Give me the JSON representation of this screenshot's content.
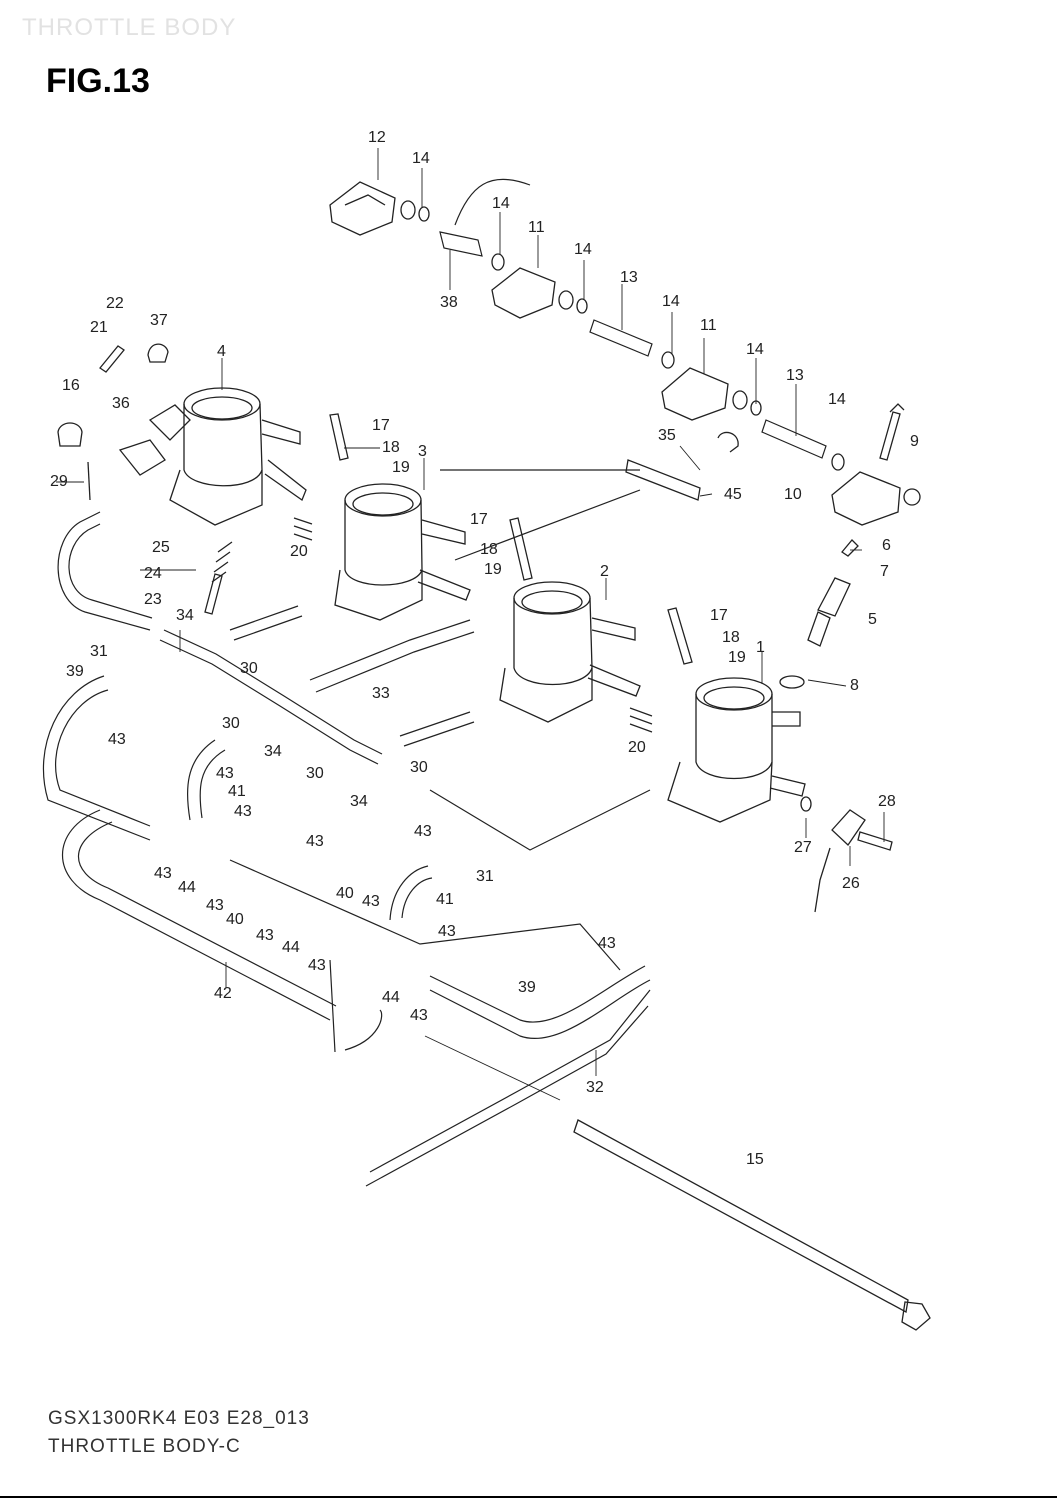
{
  "header": {
    "title": "THROTTLE BODY",
    "figure": "FIG.13"
  },
  "footer": {
    "code": "GSX1300RK4 E03 E28_013",
    "description": "THROTTLE BODY-C"
  },
  "callouts": {
    "c1": "1",
    "c2": "2",
    "c3": "3",
    "c4": "4",
    "c5": "5",
    "c6": "6",
    "c7": "7",
    "c8": "8",
    "c9": "9",
    "c10": "10",
    "c11a": "11",
    "c11b": "11",
    "c12": "12",
    "c13a": "13",
    "c13b": "13",
    "c14a": "14",
    "c14b": "14",
    "c14c": "14",
    "c14d": "14",
    "c14e": "14",
    "c14f": "14",
    "c15": "15",
    "c16": "16",
    "c17a": "17",
    "c17b": "17",
    "c17c": "17",
    "c18a": "18",
    "c18b": "18",
    "c18c": "18",
    "c19a": "19",
    "c19b": "19",
    "c19c": "19",
    "c20a": "20",
    "c20b": "20",
    "c21": "21",
    "c22": "22",
    "c23": "23",
    "c24": "24",
    "c25": "25",
    "c26": "26",
    "c27": "27",
    "c28": "28",
    "c29": "29",
    "c30a": "30",
    "c30b": "30",
    "c30c": "30",
    "c30d": "30",
    "c31a": "31",
    "c31b": "31",
    "c32": "32",
    "c33": "33",
    "c34a": "34",
    "c34b": "34",
    "c34c": "34",
    "c35": "35",
    "c36": "36",
    "c37": "37",
    "c38": "38",
    "c39a": "39",
    "c39b": "39",
    "c40a": "40",
    "c40b": "40",
    "c41a": "41",
    "c41b": "41",
    "c42": "42",
    "c43a": "43",
    "c43b": "43",
    "c43c": "43",
    "c43d": "43",
    "c43e": "43",
    "c43f": "43",
    "c43g": "43",
    "c43h": "43",
    "c43i": "43",
    "c43j": "43",
    "c43k": "43",
    "c43l": "43",
    "c43m": "43",
    "c44a": "44",
    "c44b": "44",
    "c44c": "44",
    "c45": "45"
  }
}
